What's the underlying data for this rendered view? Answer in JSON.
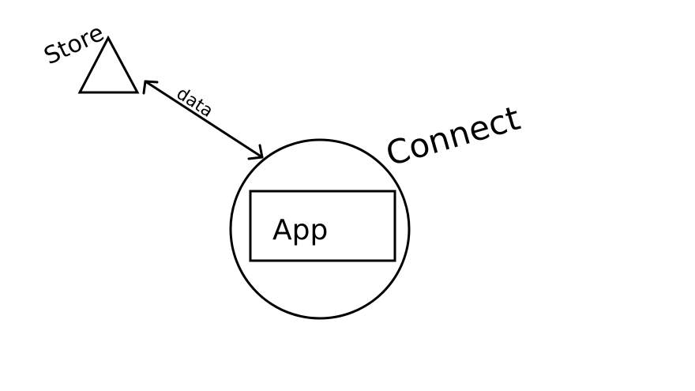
{
  "diagram": {
    "store_label": "Store",
    "data_label": "data",
    "connect_label": "Connect",
    "app_label": "App"
  },
  "colors": {
    "ink": "#000000",
    "background": "#ffffff"
  }
}
